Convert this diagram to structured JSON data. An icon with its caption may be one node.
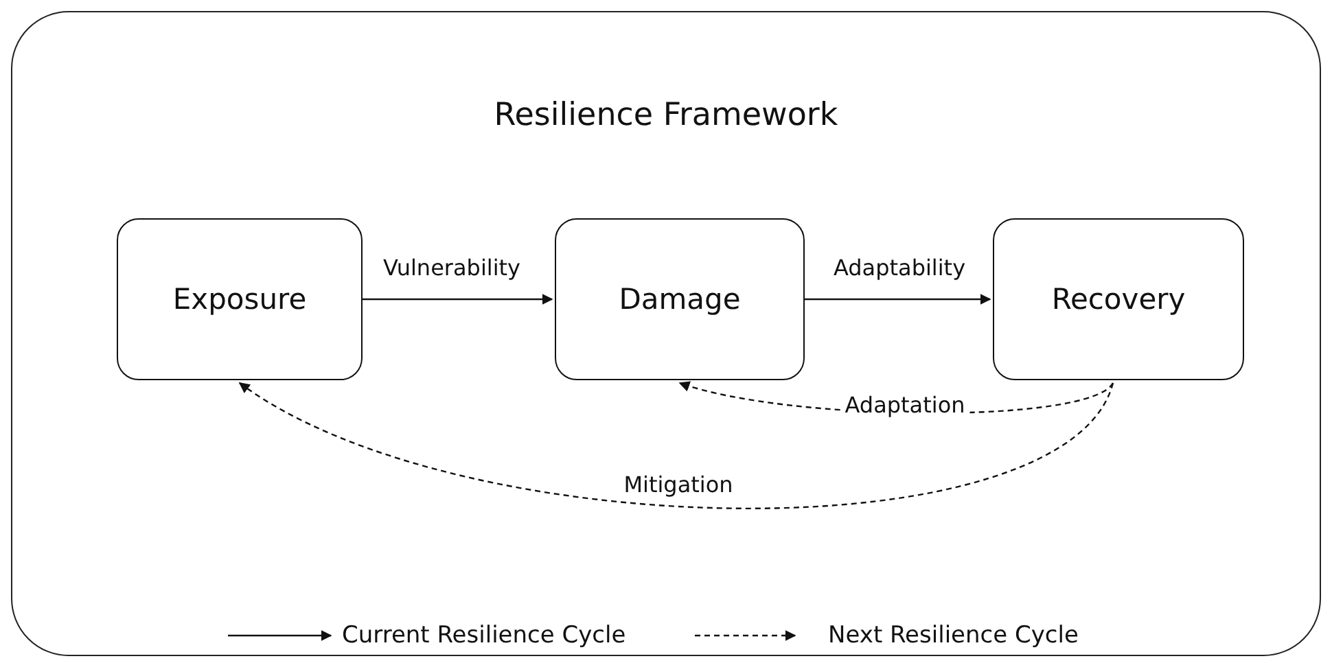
{
  "diagram": {
    "nodes": [
      {
        "text": [
          "Resilience Framework"
        ]
      },
      {
        "text": [
          "Exposure"
        ],
        "in": 0
      },
      {
        "text": [
          "Damage"
        ],
        "in": 0
      },
      {
        "text": [
          "Recovery"
        ],
        "in": 0
      }
    ],
    "edges": [
      {
        "from": 1,
        "to": 2,
        "arrow": "to",
        "label": "Vulnerability"
      },
      {
        "from": 2,
        "to": 3,
        "arrow": "to",
        "label": "Adaptability"
      },
      {
        "from": 3,
        "to": 2,
        "arrow": "to",
        "label": "Adaptation",
        "style": "dashed"
      },
      {
        "from": 3,
        "to": 1,
        "arrow": "to",
        "label": "Mitigation",
        "style": "dashed"
      }
    ],
    "legend": [
      {
        "text": "Current Resilience Cycle"
      },
      {
        "text": "Next Resilience Cycle"
      }
    ]
  }
}
